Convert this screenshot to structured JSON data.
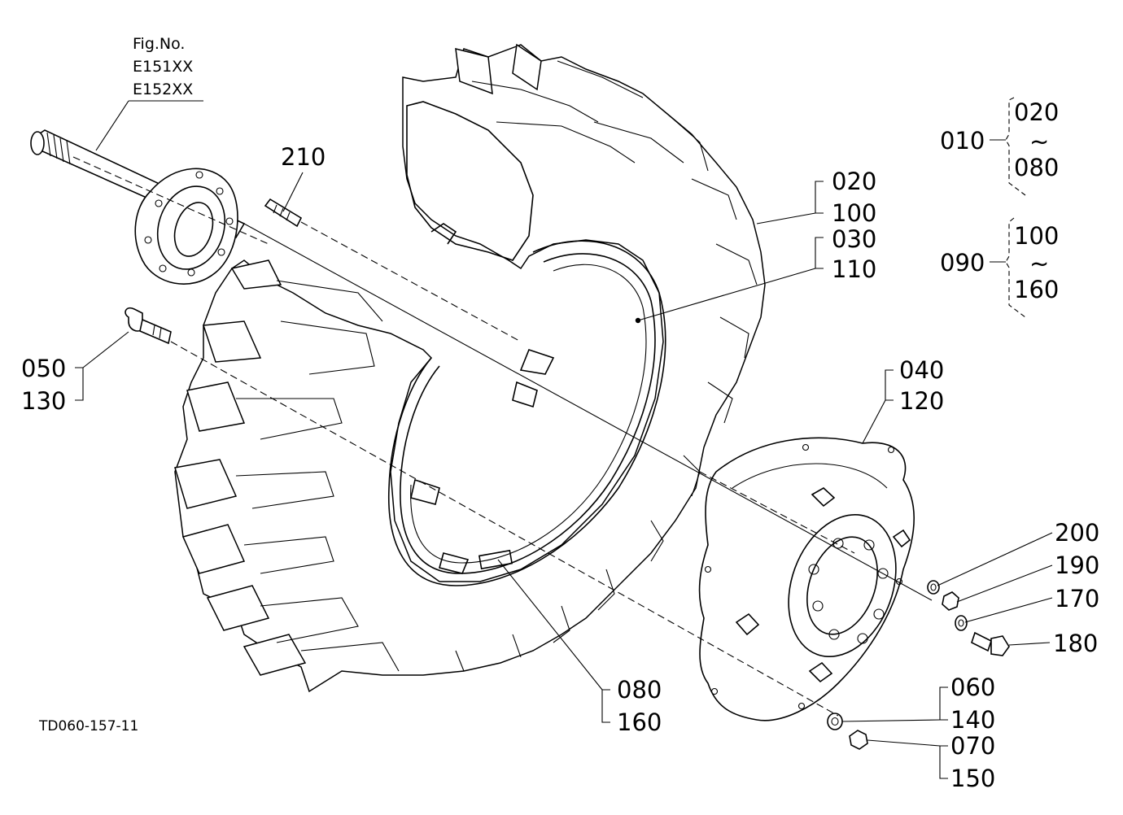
{
  "figure": {
    "header_line1": "Fig.No.",
    "header_line2": "E151XX",
    "header_line3": "E152XX",
    "drawing_code": "TD060-157-11"
  },
  "callouts": {
    "c210": "210",
    "c020a": "020",
    "c100a": "100",
    "c030": "030",
    "c110": "110",
    "c050": "050",
    "c130": "130",
    "c040": "040",
    "c120": "120",
    "c200": "200",
    "c190": "190",
    "c170": "170",
    "c180": "180",
    "c080": "080",
    "c160": "160",
    "c060": "060",
    "c140": "140",
    "c070": "070",
    "c150": "150"
  },
  "assemblies": {
    "a010": {
      "id": "010",
      "from": "020",
      "sep": "~",
      "to": "080"
    },
    "a090": {
      "id": "090",
      "from": "100",
      "sep": "~",
      "to": "160"
    }
  }
}
